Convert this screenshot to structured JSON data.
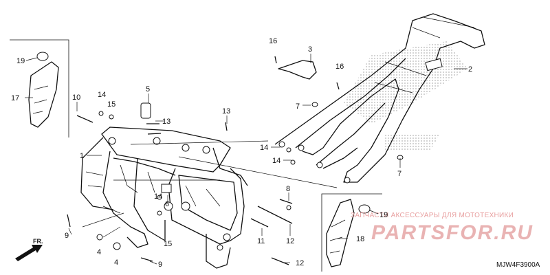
{
  "diagram": {
    "code": "MJW4F3900A",
    "front_marker": "FR.",
    "watermark": {
      "line1": "ЗАПЧАСТИ АКСЕССУАРЫ ДЛЯ МОТОТЕХНИКИ",
      "line2": "PARTSFOR.RU"
    },
    "callouts": [
      {
        "id": "c1",
        "text": "1"
      },
      {
        "id": "c2",
        "text": "2"
      },
      {
        "id": "c3",
        "text": "3"
      },
      {
        "id": "c4a",
        "text": "4"
      },
      {
        "id": "c4b",
        "text": "4"
      },
      {
        "id": "c5",
        "text": "5"
      },
      {
        "id": "c6",
        "text": "6"
      },
      {
        "id": "c7a",
        "text": "7"
      },
      {
        "id": "c7b",
        "text": "7"
      },
      {
        "id": "c8",
        "text": "8"
      },
      {
        "id": "c9a",
        "text": "9"
      },
      {
        "id": "c9b",
        "text": "9"
      },
      {
        "id": "c10",
        "text": "10"
      },
      {
        "id": "c11",
        "text": "11"
      },
      {
        "id": "c12a",
        "text": "12"
      },
      {
        "id": "c12b",
        "text": "12"
      },
      {
        "id": "c13a",
        "text": "13"
      },
      {
        "id": "c13b",
        "text": "13"
      },
      {
        "id": "c14a",
        "text": "14"
      },
      {
        "id": "c14b",
        "text": "14"
      },
      {
        "id": "c14c",
        "text": "14"
      },
      {
        "id": "c14d",
        "text": "14"
      },
      {
        "id": "c15a",
        "text": "15"
      },
      {
        "id": "c15b",
        "text": "15"
      },
      {
        "id": "c16a",
        "text": "16"
      },
      {
        "id": "c16b",
        "text": "16"
      },
      {
        "id": "c17",
        "text": "17"
      },
      {
        "id": "c18",
        "text": "18"
      },
      {
        "id": "c19a",
        "text": "19"
      },
      {
        "id": "c19b",
        "text": "19"
      }
    ]
  }
}
